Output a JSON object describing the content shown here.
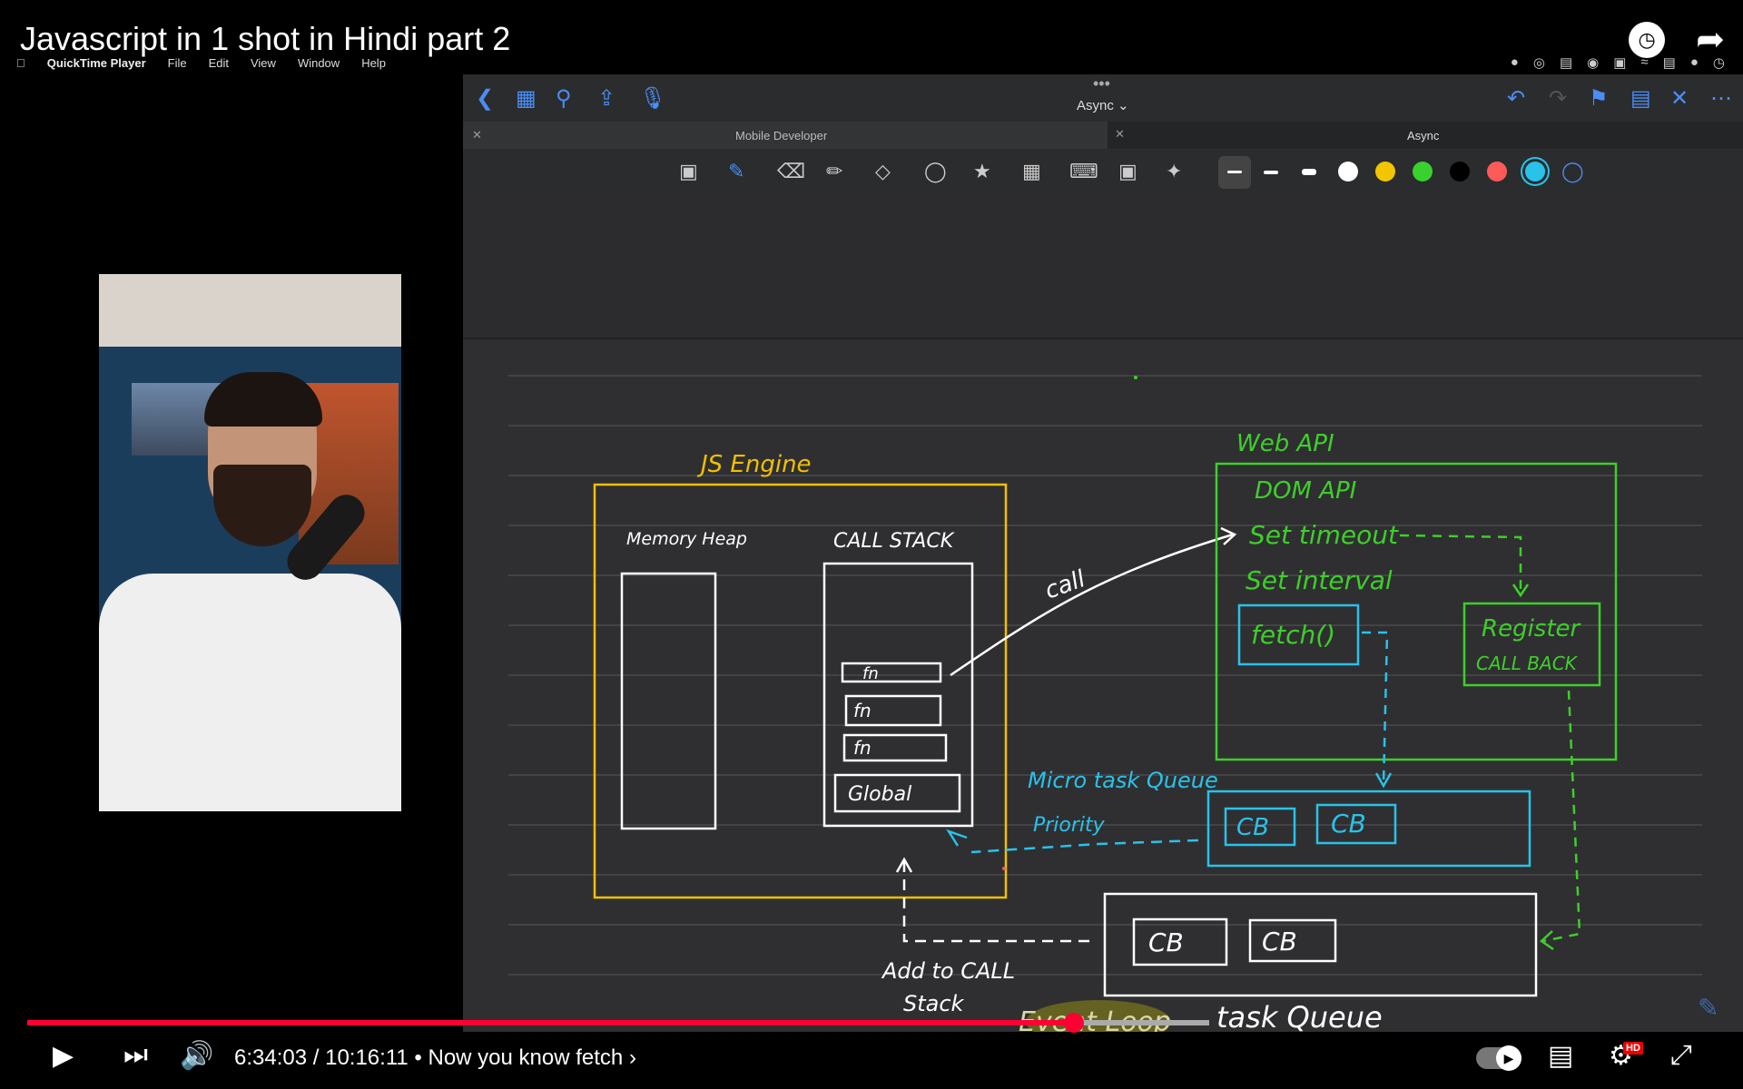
{
  "video": {
    "title": "Javascript in 1 shot in Hindi part 2",
    "time_current": "6:34:03",
    "time_total": "10:16:11",
    "chapter": "Now you know fetch",
    "progress": 0.62,
    "buffered": 0.7
  },
  "mac_menubar": {
    "app": "QuickTime Player",
    "items": [
      "File",
      "Edit",
      "View",
      "Window",
      "Help"
    ]
  },
  "notes_app": {
    "document_title": "Async",
    "tabs": [
      {
        "label": "Mobile Developer"
      },
      {
        "label": "Async"
      }
    ],
    "colors": [
      "#ffffff",
      "#f2c500",
      "#39d12e",
      "#000000",
      "#ff5a5a",
      "#29c2ea"
    ]
  },
  "diagram": {
    "js_engine": "JS Engine",
    "memory_heap": "Memory Heap",
    "call_stack": "CALL STACK",
    "stack_frames": [
      "fn",
      "fn",
      "fn"
    ],
    "global": "Global",
    "call": "call",
    "web_api": "Web API",
    "dom_api": "DOM API",
    "set_timeout": "Set timeout",
    "set_interval": "Set interval",
    "fetch": "fetch()",
    "register_1": "Register",
    "register_2": "CALL BACK",
    "microtask": "Micro task Queue",
    "priority": "Priority",
    "cb": "CB",
    "add_to_1": "Add to CALL",
    "add_to_2": "Stack",
    "task_queue": "task Queue",
    "event_loop": "Event Loop"
  }
}
